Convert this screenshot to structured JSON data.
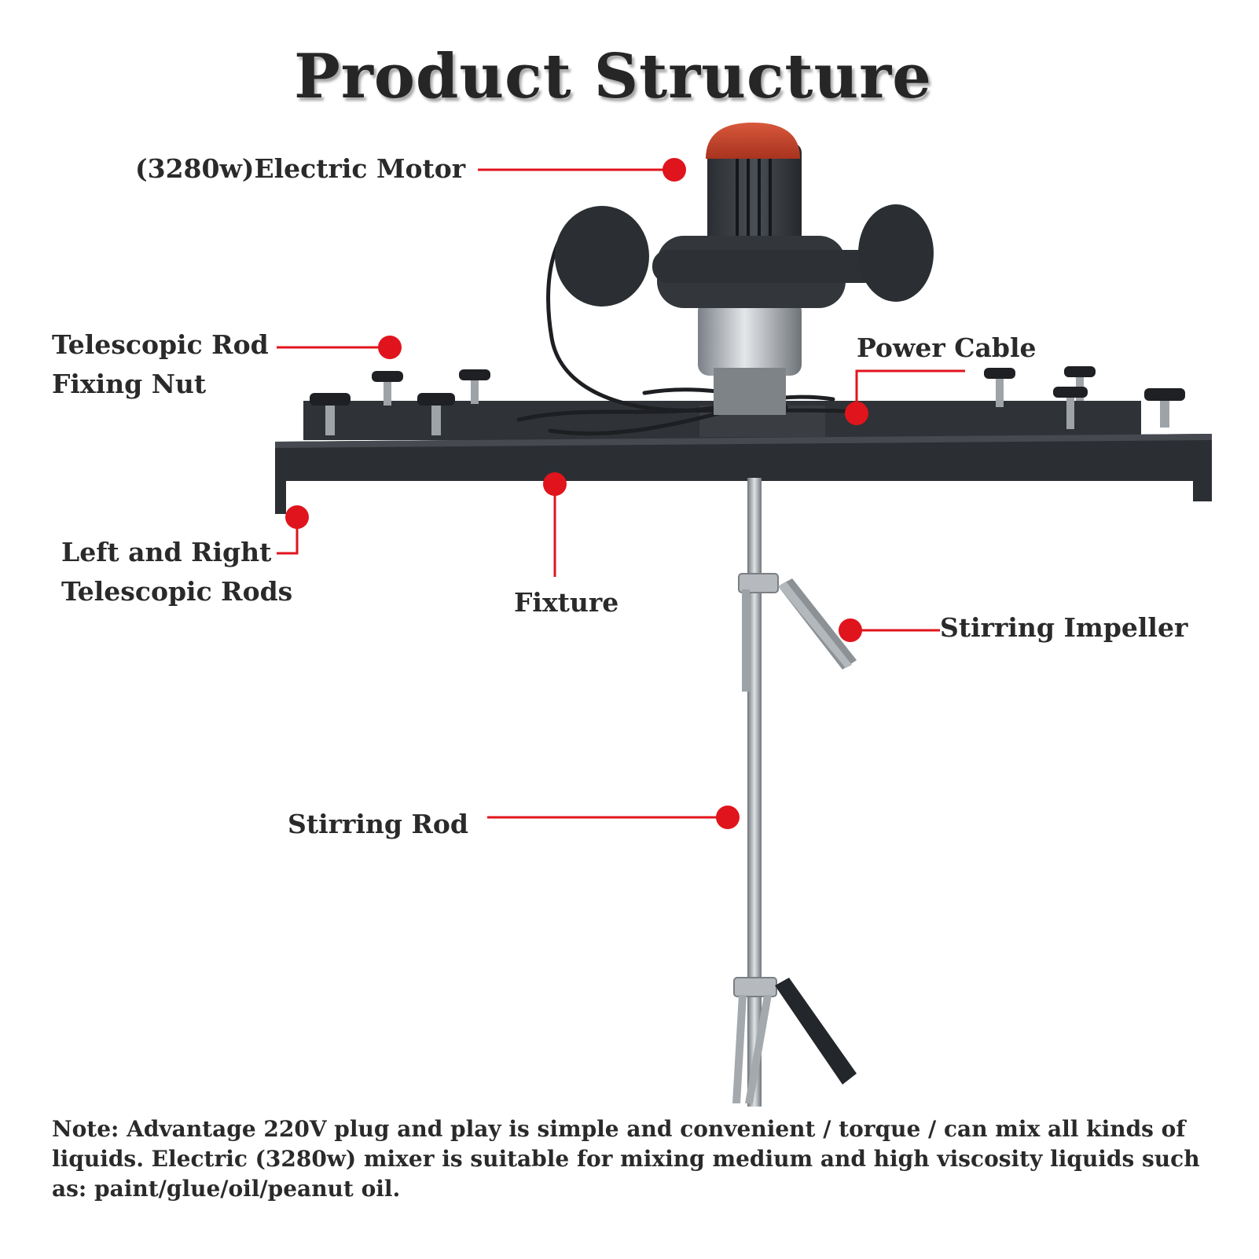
{
  "title": "Product Structure",
  "labels": {
    "electric_motor": "(3280w)Electric Motor",
    "fixing_nut_line1": "Telescopic Rod",
    "fixing_nut_line2": "Fixing Nut",
    "power_cable": "Power Cable",
    "telescopic_rods_line1": "Left and Right",
    "telescopic_rods_line2": "Telescopic Rods",
    "fixture": "Fixture",
    "stirring_impeller": "Stirring Impeller",
    "stirring_rod": "Stirring Rod"
  },
  "note": "Note: Advantage 220V plug and play is simple and convenient / torque / can mix all kinds of liquids. Electric (3280w) mixer is suitable for mixing medium and high viscosity liquids such as: paint/glue/oil/peanut oil.",
  "colors": {
    "marker": "#e0141c",
    "text": "#2a2a2a",
    "frame": "#2b2e33",
    "motor_cap": "#c9452b",
    "metal": "#b8bcc0"
  }
}
